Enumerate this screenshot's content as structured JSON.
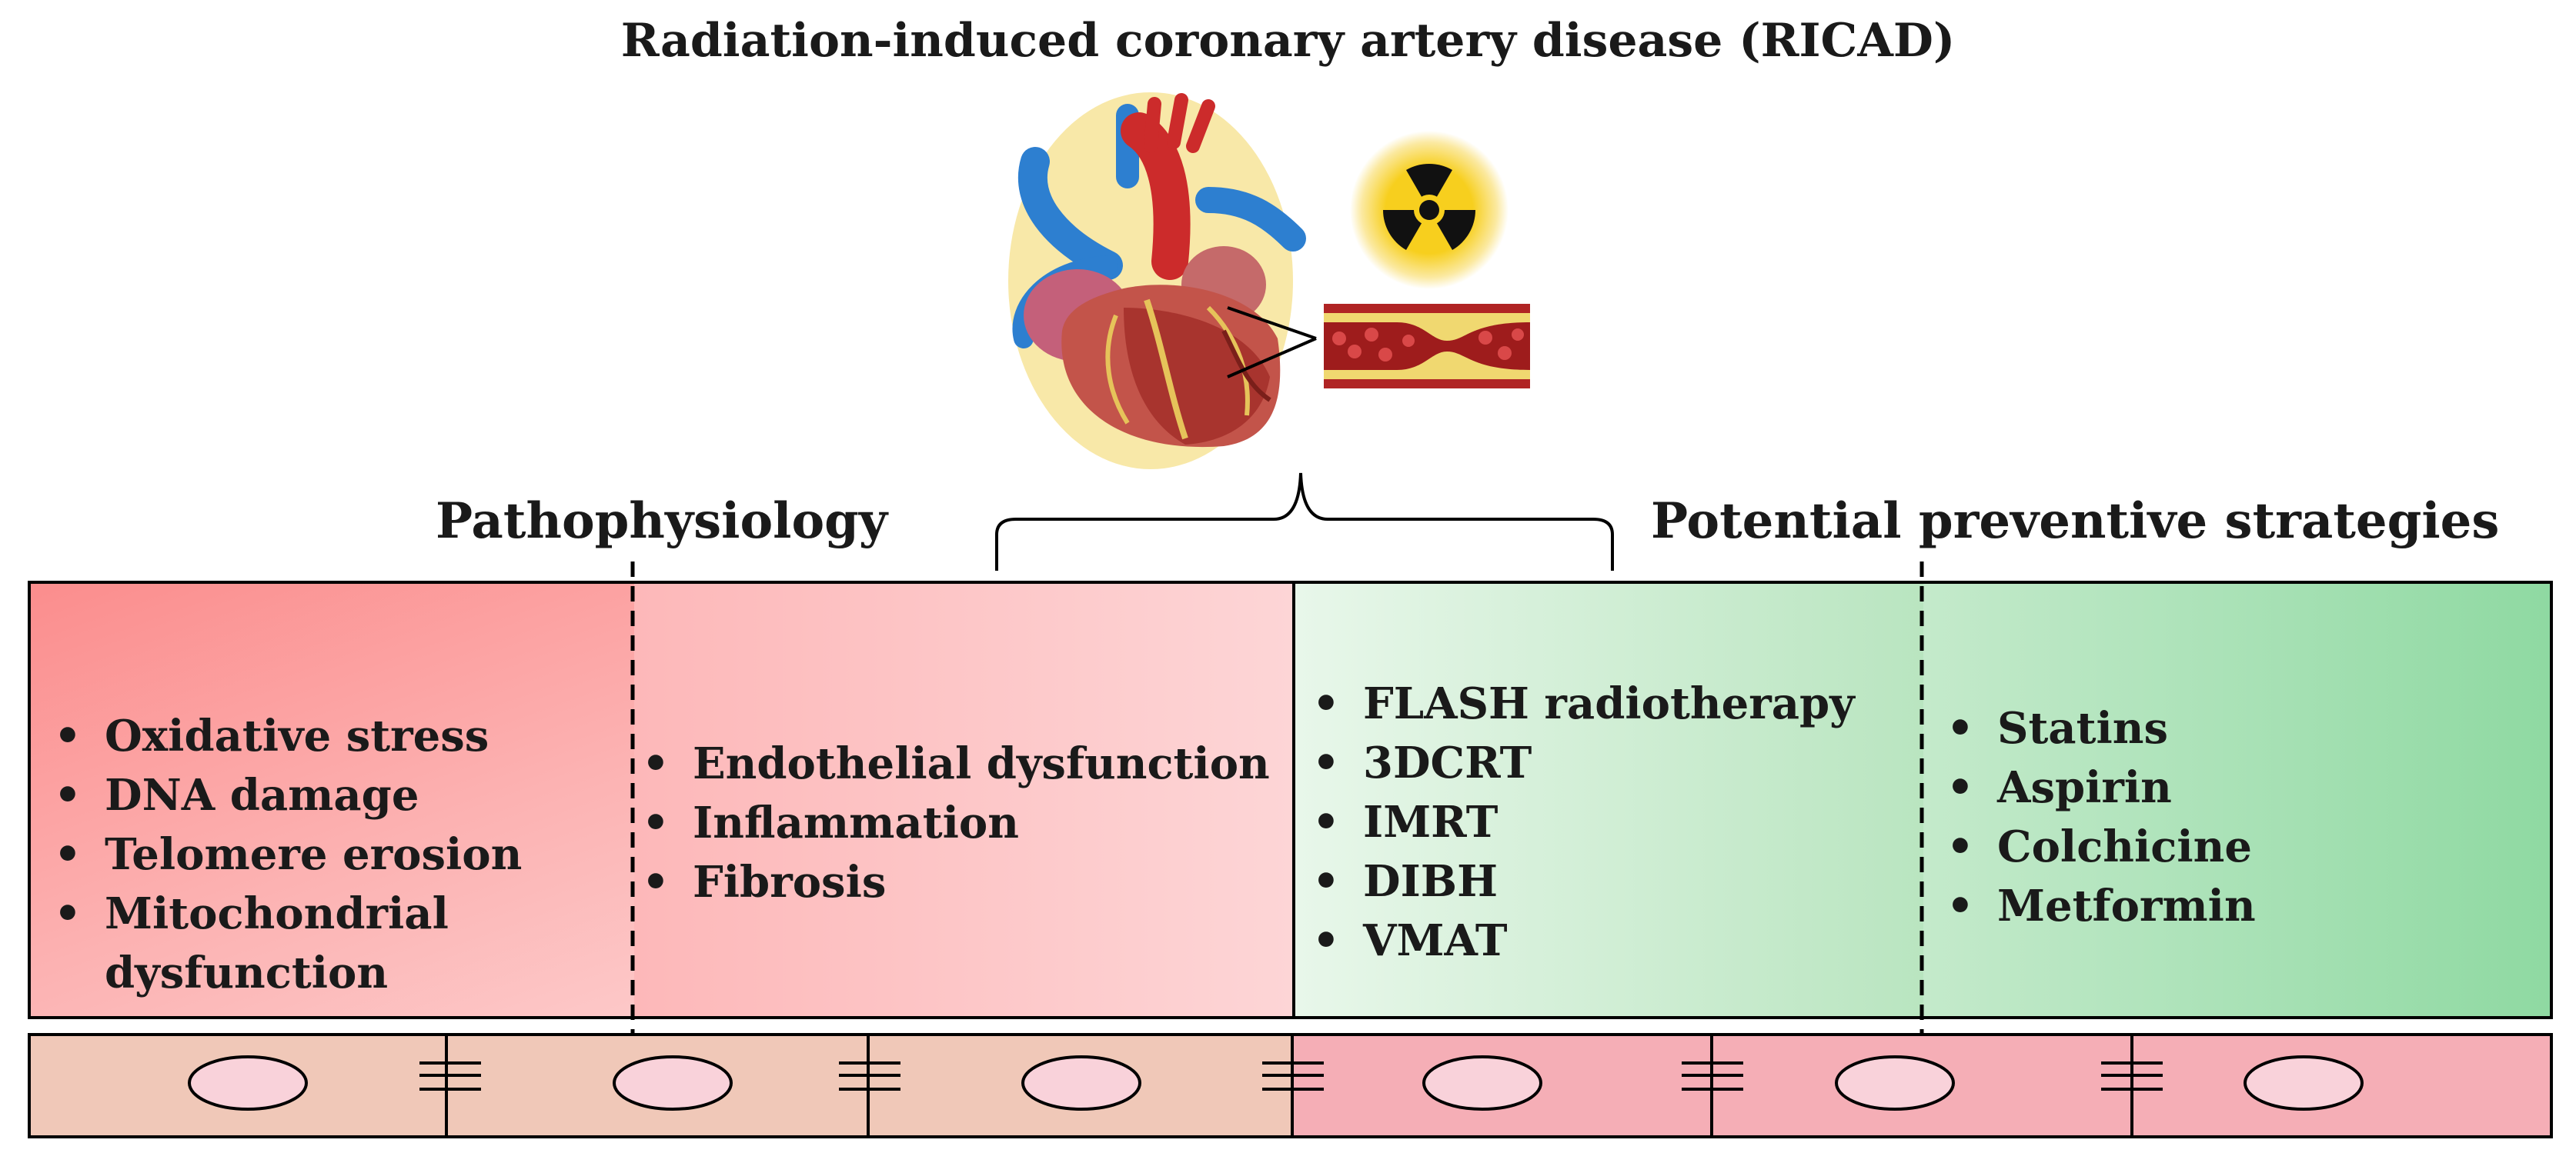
{
  "title": "Radiation-induced  coronary artery disease (RICAD)",
  "section_labels": {
    "left": "Pathophysiology",
    "right": "Potential preventive strategies"
  },
  "panels": [
    {
      "items": [
        "Oxidative stress",
        "DNA damage",
        "Telomere erosion",
        "Mitochondrial dysfunction"
      ]
    },
    {
      "items": [
        "Endothelial dysfunction",
        "Inflammation",
        "Fibrosis"
      ]
    },
    {
      "items": [
        "FLASH radiotherapy",
        "3DCRT",
        "IMRT",
        "DIBH",
        "VMAT"
      ]
    },
    {
      "items": [
        "Statins",
        "Aspirin",
        "Colchicine",
        "Metformin"
      ]
    }
  ],
  "bullet": "•",
  "colors": {
    "pathophysiology_panel": "#fb8d8d",
    "prevention_panel": "#8fd9a2",
    "cells_damaged": "#f0c8b8",
    "cells_normal": "#f5aeb6",
    "cell_nucleus": "#f9d2da"
  },
  "icons": [
    "heart-illustration",
    "radiation-symbol-icon",
    "artery-plaque-illustration"
  ]
}
